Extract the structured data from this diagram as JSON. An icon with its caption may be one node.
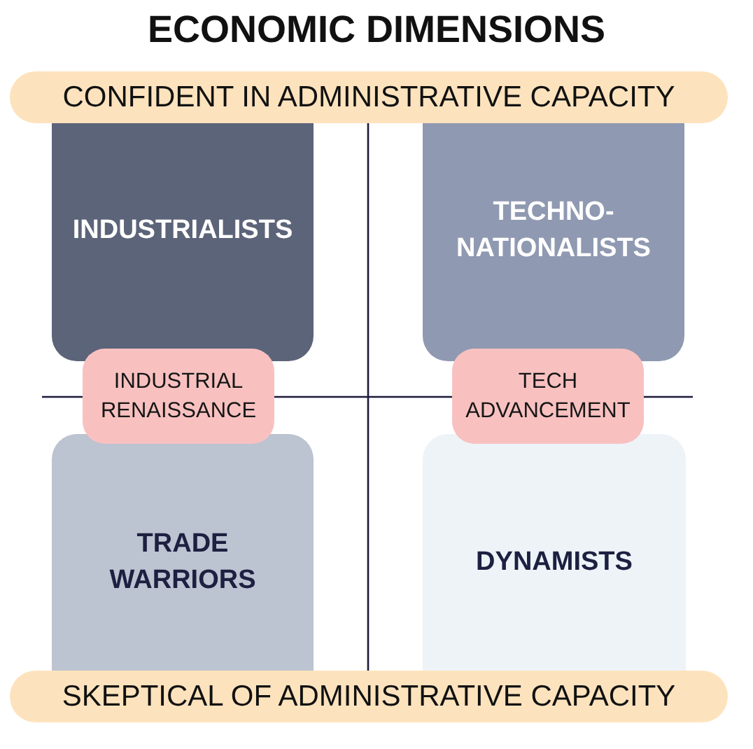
{
  "diagram": {
    "title": "ECONOMIC DIMENSIONS",
    "nodes": [
      {
        "text": [
          "CONFIDENT IN ADMINISTRATIVE CAPACITY"
        ]
      },
      {
        "text": [
          "INDUSTRIALISTS"
        ]
      },
      {
        "text": [
          "TECHNO- NATIONALISTS"
        ]
      },
      {
        "text": [
          "INDUSTRIAL RENAISSANCE"
        ]
      },
      {
        "text": [
          "TECH ADVANCEMENT"
        ]
      },
      {
        "text": [
          "TRADE WARRIORS"
        ]
      },
      {
        "text": [
          "DYNAMISTS"
        ]
      },
      {
        "text": [
          "SKEPTICAL OF ADMINISTRATIVE CAPACITY"
        ]
      }
    ]
  }
}
